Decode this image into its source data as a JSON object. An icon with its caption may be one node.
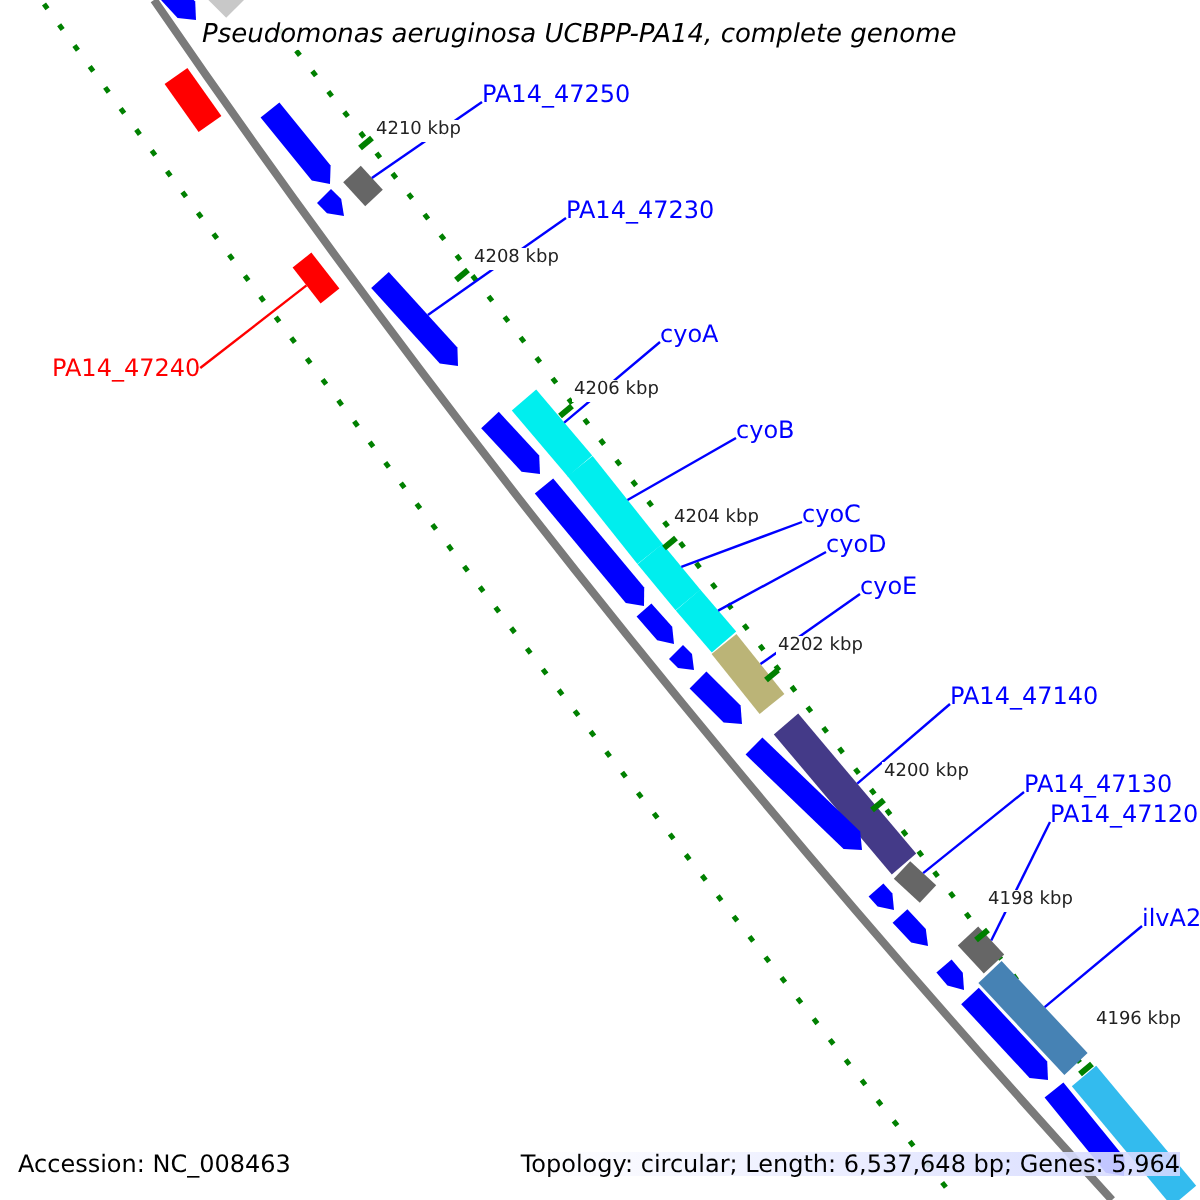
{
  "diagram": {
    "title": "Pseudomonas aeruginosa UCBPP-PA14, complete genome",
    "nodes": [
      {
        "text": [
          "PA14_47250"
        ]
      },
      {
        "text": [
          "PA14_47230"
        ]
      },
      {
        "text": [
          "cyoA"
        ]
      },
      {
        "text": [
          "PA14_47240"
        ]
      },
      {
        "text": [
          "cyoB"
        ]
      },
      {
        "text": [
          "cyoC"
        ]
      },
      {
        "text": [
          "cyoD"
        ]
      },
      {
        "text": [
          "cyoE"
        ]
      },
      {
        "text": [
          "PA14_47140"
        ]
      },
      {
        "text": [
          "PA14_47130"
        ]
      },
      {
        "text": [
          "PA14_47120"
        ]
      },
      {
        "text": [
          "ilvA2"
        ]
      },
      {
        "text": [],
        "shape": "bar"
      },
      {
        "text": [],
        "shape": "bar"
      },
      {
        "text": [],
        "shape": "bar"
      },
      {
        "text": [],
        "shape": "bar"
      },
      {
        "text": [],
        "shape": "bar"
      },
      {
        "text": [],
        "shape": "bar"
      },
      {
        "text": [],
        "shape": "bar"
      },
      {
        "text": [],
        "shape": "bar"
      },
      {
        "text": [],
        "shape": "bar"
      },
      {
        "text": [],
        "shape": "bar"
      },
      {
        "text": [],
        "shape": "bar"
      },
      {
        "text": [],
        "shape": "bar"
      },
      {
        "text": [],
        "shape": "bar"
      },
      {
        "text": [],
        "shape": "bar"
      },
      {
        "text": [],
        "shape": "bar"
      },
      {
        "text": [],
        "shape": "bar"
      },
      {
        "text": [],
        "shape": "bar"
      },
      {
        "text": [],
        "shape": "bar"
      },
      {
        "text": [],
        "shape": "bar"
      },
      {
        "text": [],
        "shape": "bar"
      },
      {
        "text": [],
        "shape": "bar"
      },
      {
        "text": [],
        "shape": "bar"
      },
      {
        "text": [],
        "shape": "bar"
      },
      {
        "text": [],
        "shape": "bar"
      },
      {
        "text": [],
        "shape": "bar"
      },
      {
        "text": [],
        "shape": "bar"
      },
      {
        "text": [],
        "shape": "bar"
      },
      {
        "text": [],
        "shape": "bar"
      },
      {
        "text": [],
        "shape": "bar"
      }
    ],
    "edges": [
      {
        "from": 0,
        "to": 16,
        "arrow": "none"
      },
      {
        "from": 1,
        "to": 19,
        "arrow": "none"
      },
      {
        "from": 2,
        "to": 20,
        "arrow": "none"
      },
      {
        "from": 3,
        "to": 18,
        "arrow": "none",
        "color": "#ff0000"
      },
      {
        "from": 4,
        "to": 22,
        "arrow": "none"
      },
      {
        "from": 5,
        "to": 24,
        "arrow": "none"
      },
      {
        "from": 6,
        "to": 25,
        "arrow": "none"
      },
      {
        "from": 7,
        "to": 27,
        "arrow": "none"
      },
      {
        "from": 8,
        "to": 30,
        "arrow": "none"
      },
      {
        "from": 9,
        "to": 32,
        "arrow": "none"
      },
      {
        "from": 10,
        "to": 35,
        "arrow": "none"
      },
      {
        "from": 11,
        "to": 37,
        "arrow": "none"
      }
    ],
    "labels": [
      "4210 kbp",
      "4208 kbp",
      "4206 kbp",
      "4204 kbp",
      "4202 kbp",
      "4200 kbp",
      "4198 kbp",
      "4196 kbp",
      "Accession: NC_008463",
      "Topology: circular; Length: 6,537,648 bp; Genes: 5,964"
    ]
  }
}
